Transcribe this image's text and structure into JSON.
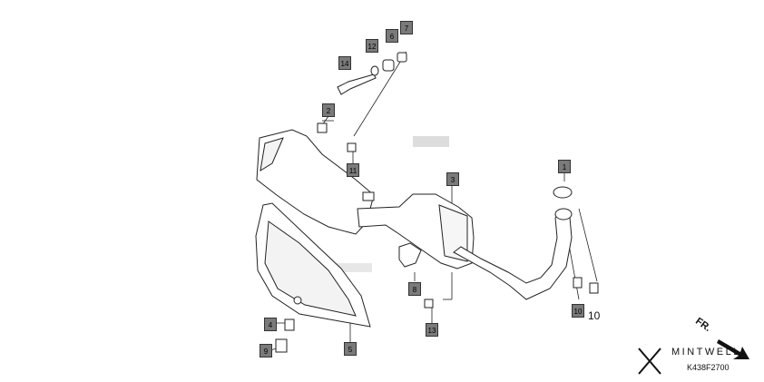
{
  "diagram": {
    "callouts": [
      {
        "id": "callout-1",
        "label": "1"
      },
      {
        "id": "callout-2",
        "label": "2"
      },
      {
        "id": "callout-3",
        "label": "3"
      },
      {
        "id": "callout-4",
        "label": "4"
      },
      {
        "id": "callout-5",
        "label": "5"
      },
      {
        "id": "callout-6",
        "label": "6"
      },
      {
        "id": "callout-7",
        "label": "7"
      },
      {
        "id": "callout-8",
        "label": "8"
      },
      {
        "id": "callout-9",
        "label": "9"
      },
      {
        "id": "callout-10",
        "label": "10"
      },
      {
        "id": "callout-11",
        "label": "11"
      },
      {
        "id": "callout-12",
        "label": "12"
      },
      {
        "id": "callout-13",
        "label": "13"
      },
      {
        "id": "callout-14",
        "label": "14"
      }
    ],
    "plain_label_10": "10",
    "direction_label": "FR.",
    "brand_name": "MINTWELL",
    "diagram_code": "K438F2700"
  }
}
